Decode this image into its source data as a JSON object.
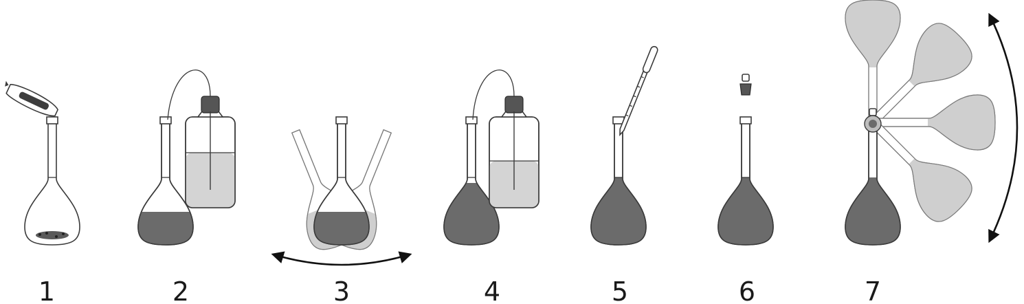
{
  "steps": [
    {
      "label": "1"
    },
    {
      "label": "2"
    },
    {
      "label": "3"
    },
    {
      "label": "4"
    },
    {
      "label": "5"
    },
    {
      "label": "6"
    },
    {
      "label": "7"
    }
  ],
  "colors": {
    "solution": "#6b6b6b",
    "solvent": "#d4d4d4",
    "outline": "#3a3a3a"
  }
}
